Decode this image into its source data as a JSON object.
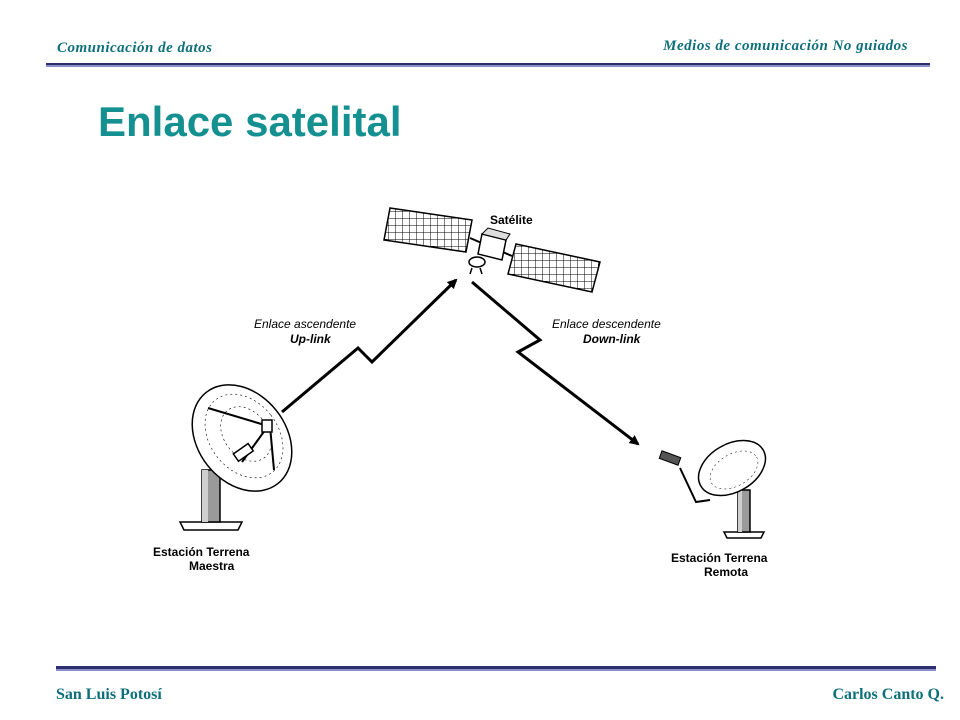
{
  "header": {
    "left": "Comunicación de datos",
    "right": "Medios de comunicación  No guiados"
  },
  "title": "Enlace satelital",
  "diagram": {
    "satellite_label": "Satélite",
    "uplink": {
      "line1": "Enlace ascendente",
      "line2": "Up-link"
    },
    "downlink": {
      "line1": "Enlace descendente",
      "line2": "Down-link"
    },
    "master_station": {
      "line1": "Estación Terrena",
      "line2": "Maestra"
    },
    "remote_station": {
      "line1": "Estación Terrena",
      "line2": "Remota"
    }
  },
  "footer": {
    "left": "San Luis Potosí",
    "right": "Carlos Canto Q."
  },
  "colors": {
    "accent": "#13908f",
    "header_text": "#0d6f7a",
    "rule_dark": "#2b2f6e",
    "rule_light": "#8c90c8"
  }
}
